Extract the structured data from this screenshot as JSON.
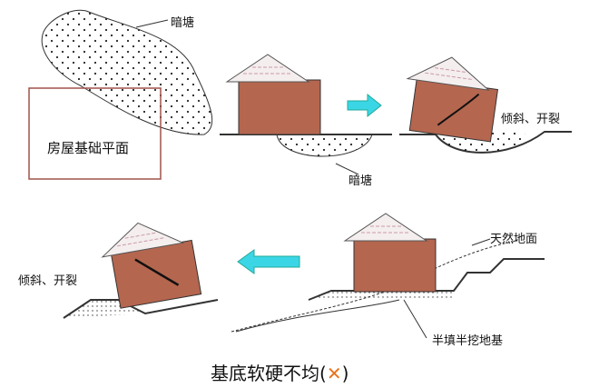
{
  "labels": {
    "pond_top": "暗塘",
    "foundation_plan": "房屋基础平面",
    "pond_bottom": "暗塘",
    "tilt_right": "倾斜、开裂",
    "tilt_left": "倾斜、开裂",
    "natural_ground": "天然地面",
    "half_fill": "半填半挖地基"
  },
  "title": {
    "text": "基底软硬不均(",
    "mark": "✕",
    "close": ")"
  },
  "colors": {
    "house": "#b5664f",
    "arrow": "#3ad6e6",
    "frame": "#a0524a"
  }
}
